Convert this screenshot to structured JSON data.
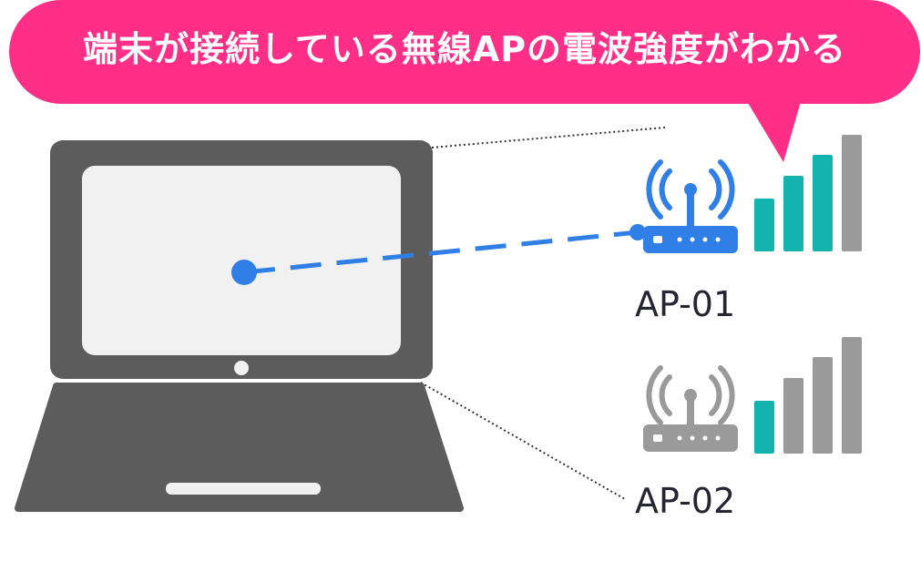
{
  "callout": {
    "text": "端末が接続している無線APの電波強度がわかる",
    "color": "#ff2f87"
  },
  "laptop": {
    "icon": "laptop-icon",
    "color": "#5c5c5c"
  },
  "access_points": [
    {
      "label": "AP-01",
      "icon": "wifi-router-icon",
      "router_color": "#2f7fe6",
      "connected": true,
      "signal_bars_filled": 3,
      "signal_bars_total": 4
    },
    {
      "label": "AP-02",
      "icon": "wifi-router-icon",
      "router_color": "#9a9a9a",
      "connected": false,
      "signal_bars_filled": 1,
      "signal_bars_total": 4
    }
  ],
  "colors": {
    "signal_on": "#14b3ad",
    "signal_off": "#9a9a9a",
    "connection_line": "#2f7fe6"
  }
}
